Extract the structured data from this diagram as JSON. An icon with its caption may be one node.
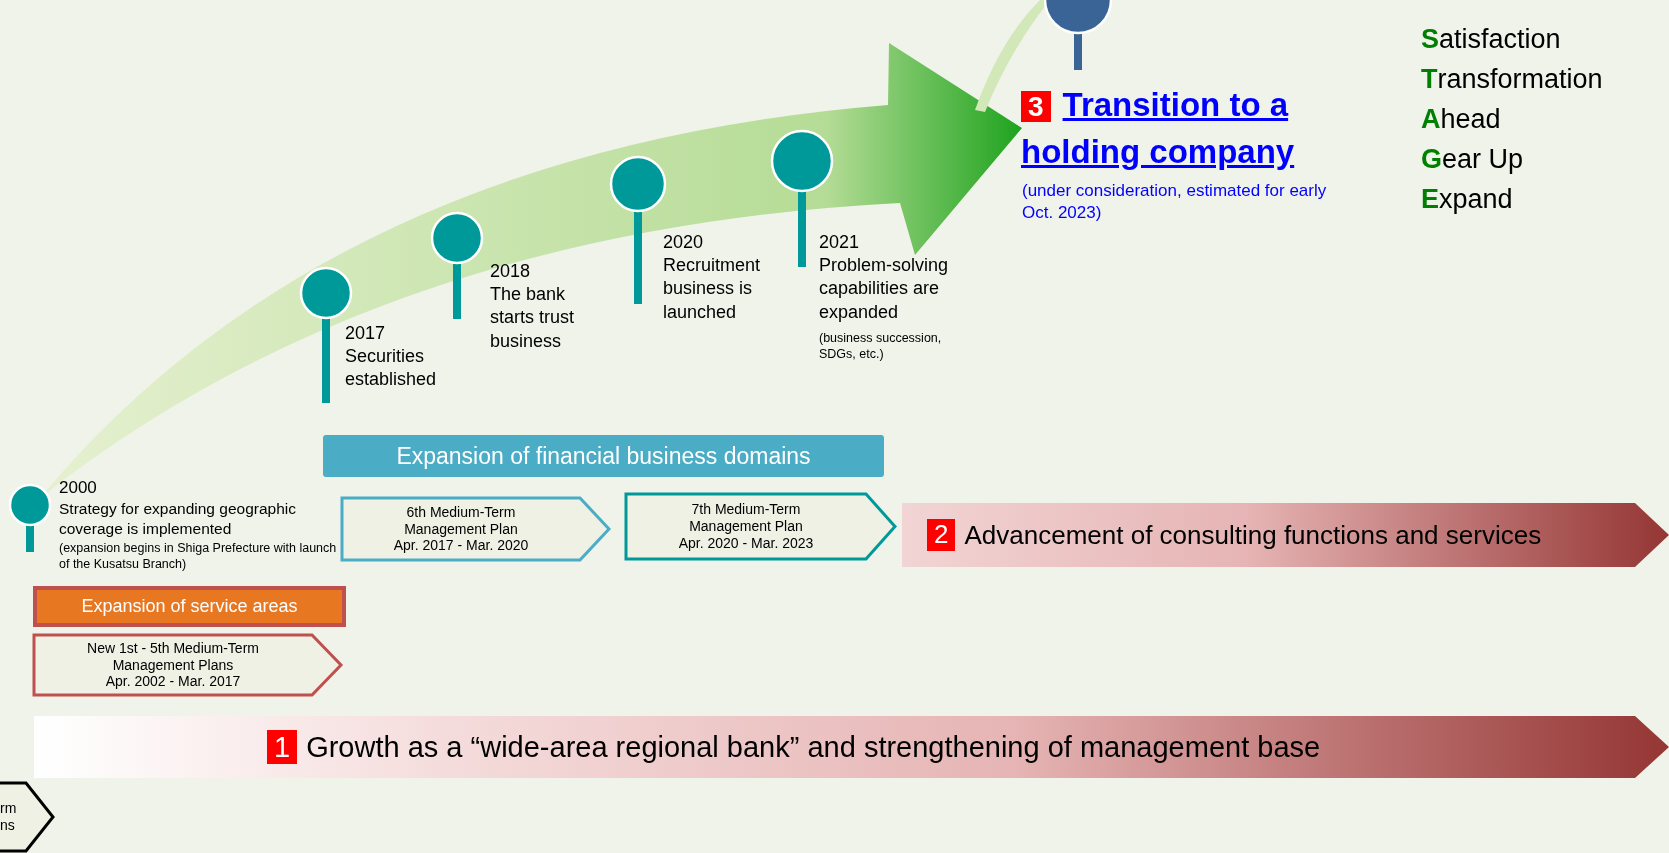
{
  "diagram": {
    "nodes": [
      {
        "text": [
          "Expansion of service areas"
        ]
      },
      {
        "text": [
          "New 1st - 5th Medium-Term Management Plans",
          "Apr. 2002 - Mar. 2017"
        ]
      },
      {
        "text": [
          "Expansion of financial business domains"
        ]
      },
      {
        "text": [
          "6th Medium-Term Management Plan",
          "Apr. 2017 - Mar. 2020"
        ]
      },
      {
        "text": [
          "7th Medium-Term Management Plan",
          "Apr. 2020 - Mar. 2023"
        ]
      },
      {
        "text": [
          "2",
          "Advancement of consulting functions and services"
        ]
      },
      {
        "text": [
          "1",
          "Growth as a “wide-area regional bank” and strengthening of management base"
        ]
      },
      {
        "text": [
          "rm",
          "ns"
        ]
      }
    ],
    "labels": [
      "2000",
      "Strategy for expanding geographic coverage is implemented",
      "(expansion begins in Shiga Prefecture with launch of the Kusatsu Branch)",
      "2017",
      "Securities established",
      "2018",
      "The bank starts trust business",
      "2020",
      "Recruitment business is launched",
      "2021",
      "Problem-solving capabilities are expanded",
      "(business succession, SDGs, etc.)",
      "3",
      "Transition to a holding company",
      "(under consideration, estimated for early Oct. 2023)",
      "**S**atisfaction",
      "**T**ransformation",
      "**A**head",
      "**G**ear Up",
      "**E**xpand"
    ]
  }
}
